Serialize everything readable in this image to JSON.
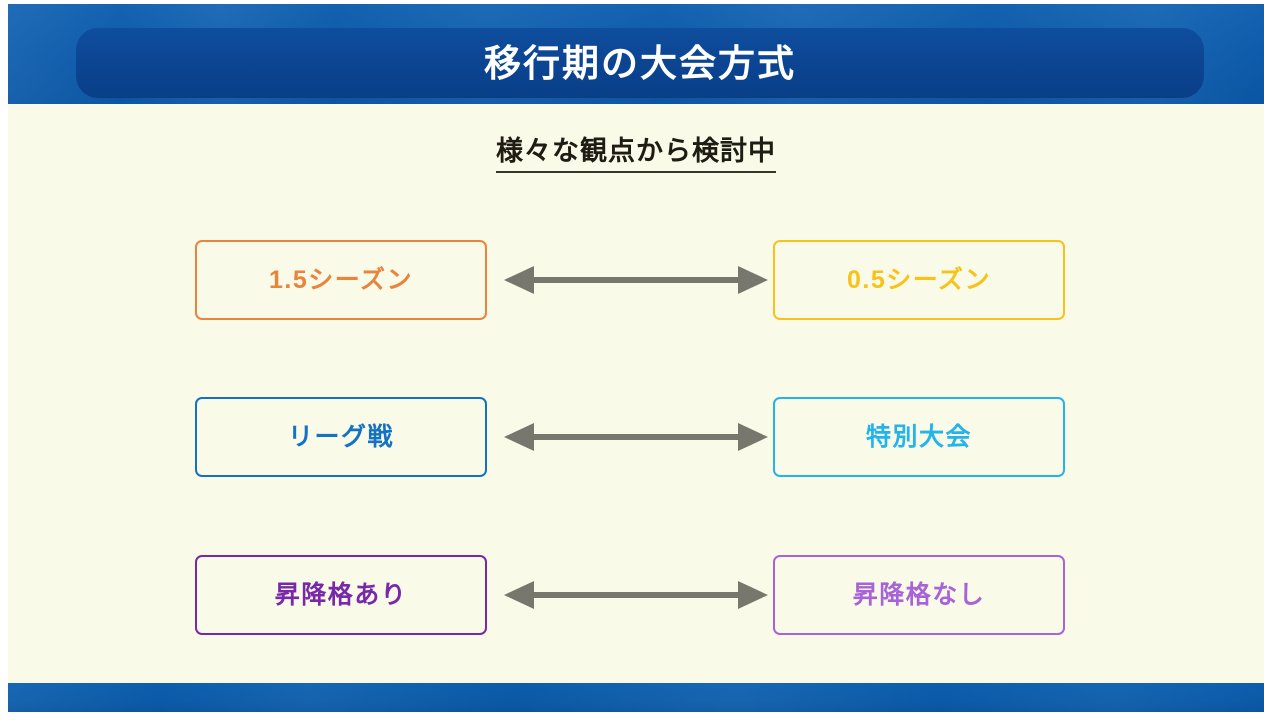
{
  "slide": {
    "header": {
      "title": "移行期の大会方式",
      "band_color": "#0E5DAE",
      "plate_color": "#0B4491",
      "title_color": "#FFFFFF"
    },
    "body": {
      "background_color": "#FAFAE9",
      "subtitle": "様々な観点から検討中",
      "subtitle_color": "#1F1C14"
    },
    "footer": {
      "band_color": "#0B5CAB"
    },
    "arrow": {
      "icon": "double-headed-arrow-icon",
      "color": "#77776E",
      "direction": "both"
    },
    "comparison_rows": [
      {
        "left": {
          "label": "1.5シーズン",
          "color": "#E8843C"
        },
        "right": {
          "label": "0.5シーズン",
          "color": "#F7C31A"
        }
      },
      {
        "left": {
          "label": "リーグ戦",
          "color": "#1472C4"
        },
        "right": {
          "label": "特別大会",
          "color": "#23B4EC"
        }
      },
      {
        "left": {
          "label": "昇降格あり",
          "color": "#7828A8"
        },
        "right": {
          "label": "昇降格なし",
          "color": "#A863D8"
        }
      }
    ]
  }
}
